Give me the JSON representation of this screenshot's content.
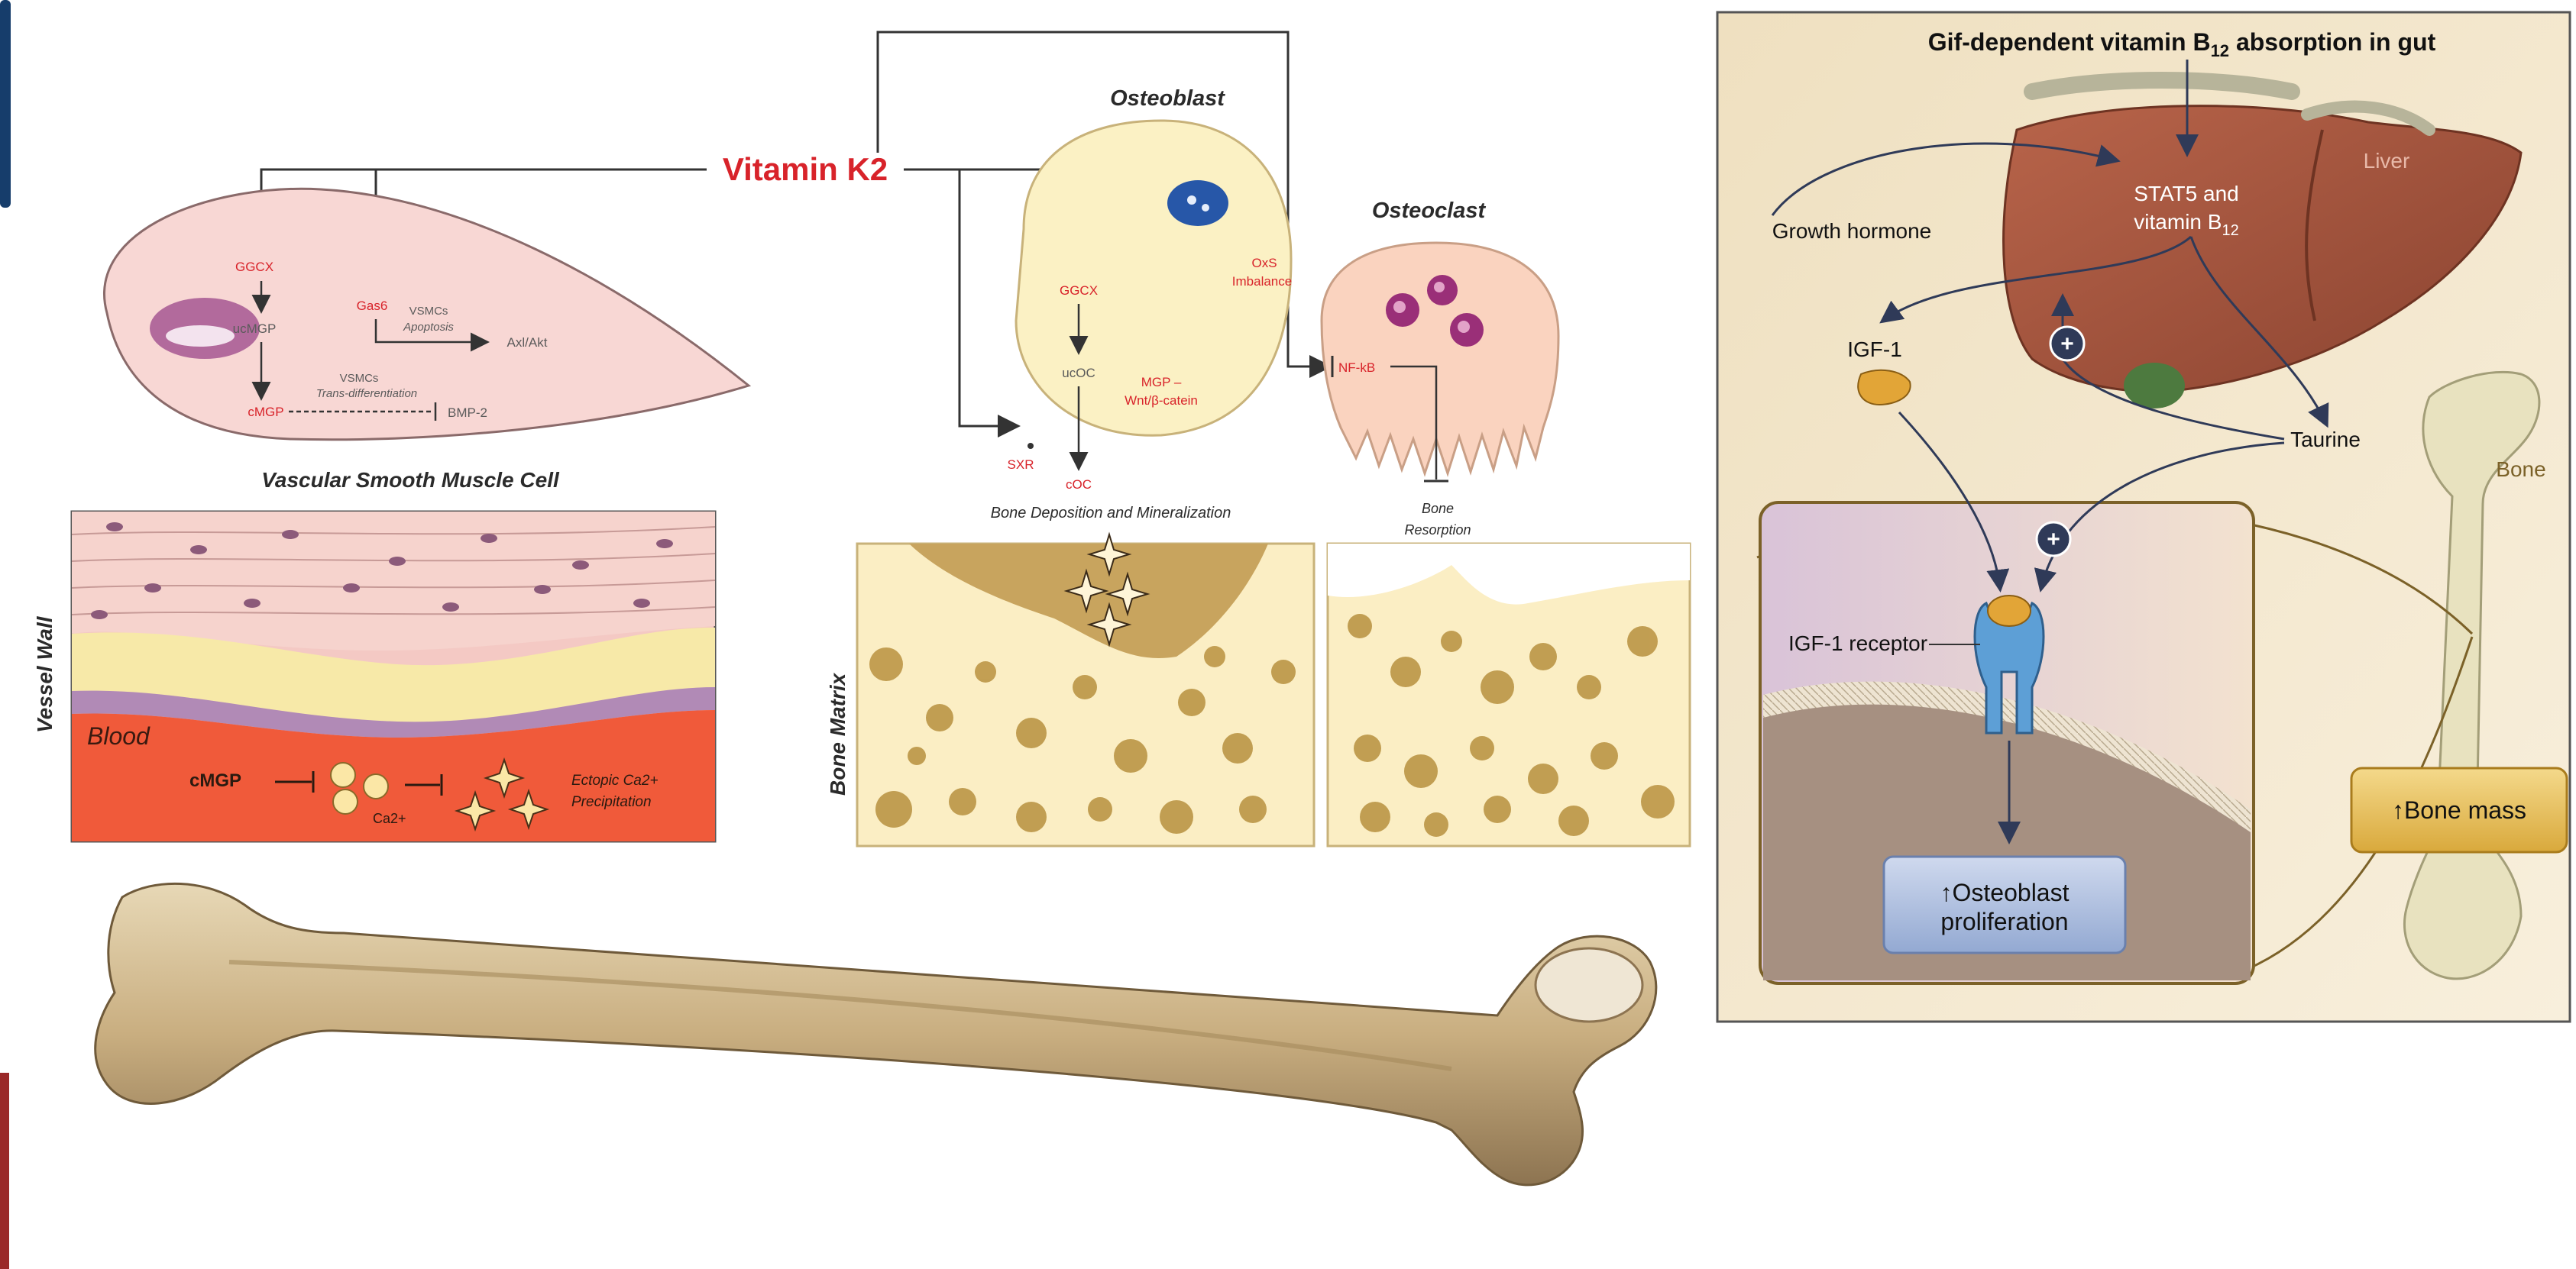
{
  "left_diagram": {
    "vitamin": "Vitamin K2",
    "vsmc": {
      "title": "Vascular Smooth Muscle Cell",
      "ggcx": "GGCX",
      "ucmgp": "ucMGP",
      "cmgp": "cMGP",
      "gas6": "Gas6",
      "apoptosis_line1": "VSMCs",
      "apoptosis_line2": "Apoptosis",
      "akt": "Axl/Akt",
      "trans_line1": "VSMCs",
      "trans_line2": "Trans-differentiation",
      "bmp": "BMP-2"
    },
    "vessel": {
      "wall_label": "Vessel Wall",
      "blood_label": "Blood",
      "cmgp": "cMGP",
      "ca": "Ca2+",
      "ectopic_line1": "Ectopic Ca2+",
      "ectopic_line2": "Precipitation"
    },
    "osteoblast": {
      "title": "Osteoblast",
      "ggcx": "GGCX",
      "ucoc": "ucOC",
      "coc": "cOC",
      "sxr": "SXR",
      "mgp_line1": "MGP –",
      "mgp_line2": "Wnt/β-catein",
      "oxs_line1": "OxS",
      "oxs_line2": "Imbalance",
      "deposition": "Bone Deposition and Mineralization"
    },
    "osteoclast": {
      "title": "Osteoclast",
      "nfkb": "NF-kB",
      "resorption_line1": "Bone",
      "resorption_line2": "Resorption"
    },
    "bone_matrix_label": "Bone Matrix"
  },
  "right_diagram": {
    "title_prefix": "Gif-dependent vitamin B",
    "title_sub": "12",
    "title_suffix": " absorption in gut",
    "growth_hormone": "Growth hormone",
    "stat5_line1": "STAT5 and",
    "stat5_line2_prefix": "vitamin B",
    "stat5_line2_sub": "12",
    "liver": "Liver",
    "igf1": "IGF-1",
    "taurine": "Taurine",
    "bone": "Bone",
    "igf1_receptor": "IGF-1 receptor",
    "osteoblast_box_line1": "Osteoblast",
    "osteoblast_box_line2": "proliferation",
    "bone_mass": "Bone mass",
    "up_arrow": "↑",
    "plus": "+"
  },
  "colors": {
    "accent_red": "#d8232a",
    "liver": "#a4543a",
    "panel_bg": "#f6ead2",
    "blood": "#f05a3a"
  }
}
